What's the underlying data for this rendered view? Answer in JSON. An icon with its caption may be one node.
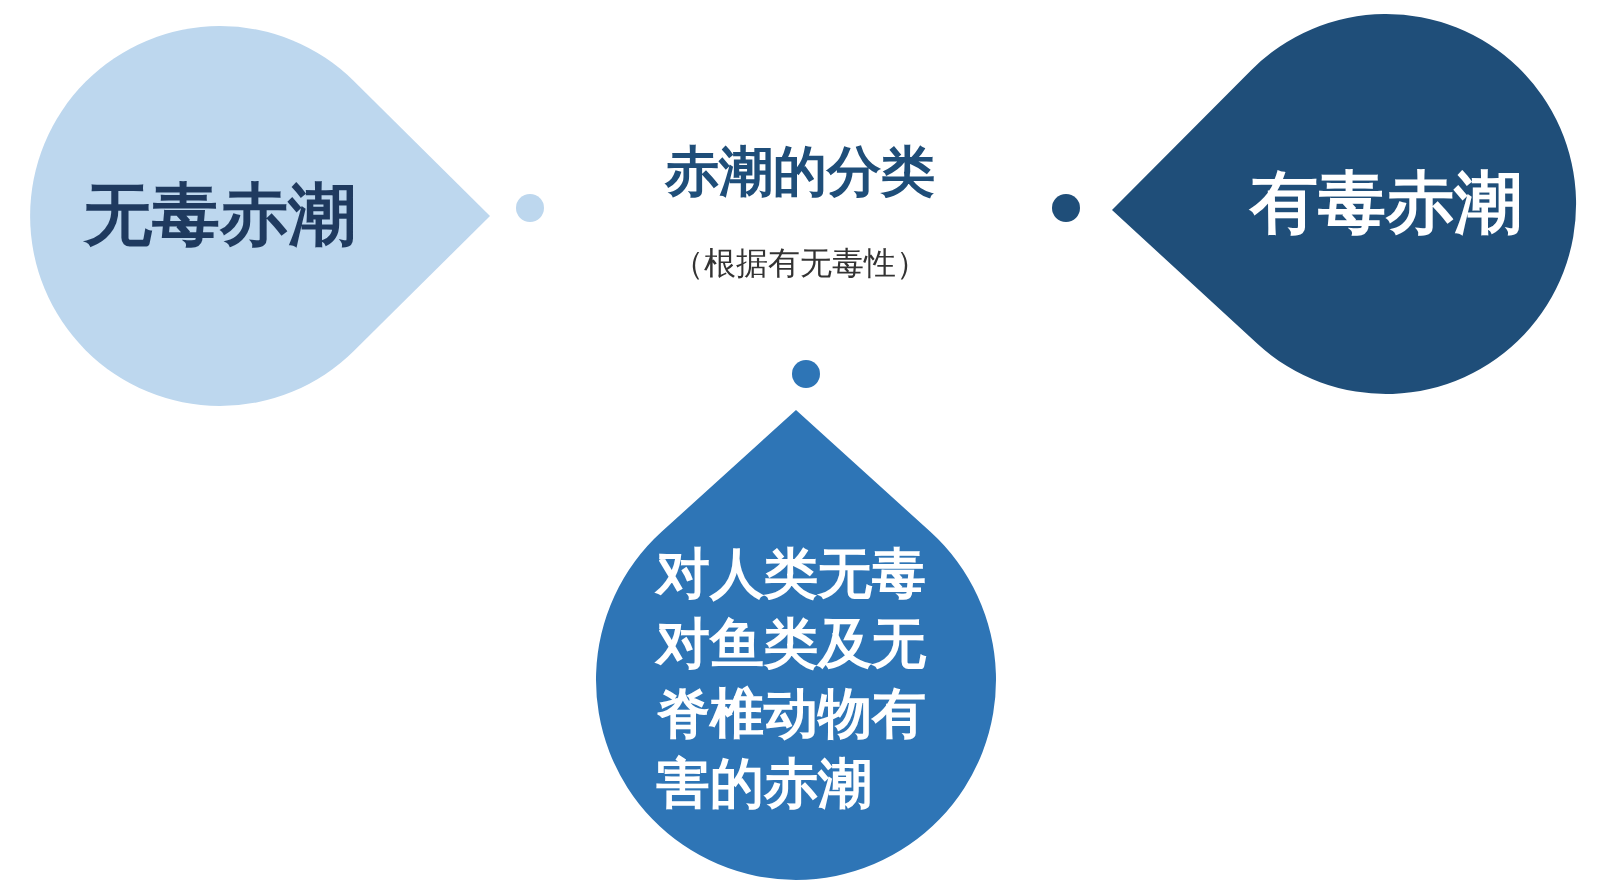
{
  "diagram": {
    "title": "赤潮的分类",
    "nodes": [
      {
        "text": [
          "无毒赤潮"
        ]
      },
      {
        "text": [
          "有毒赤潮"
        ]
      },
      {
        "text": [
          "对人类无毒对鱼类及无脊椎动物有害的赤潮"
        ]
      }
    ],
    "labels": [
      "（根据有无毒性）"
    ]
  }
}
